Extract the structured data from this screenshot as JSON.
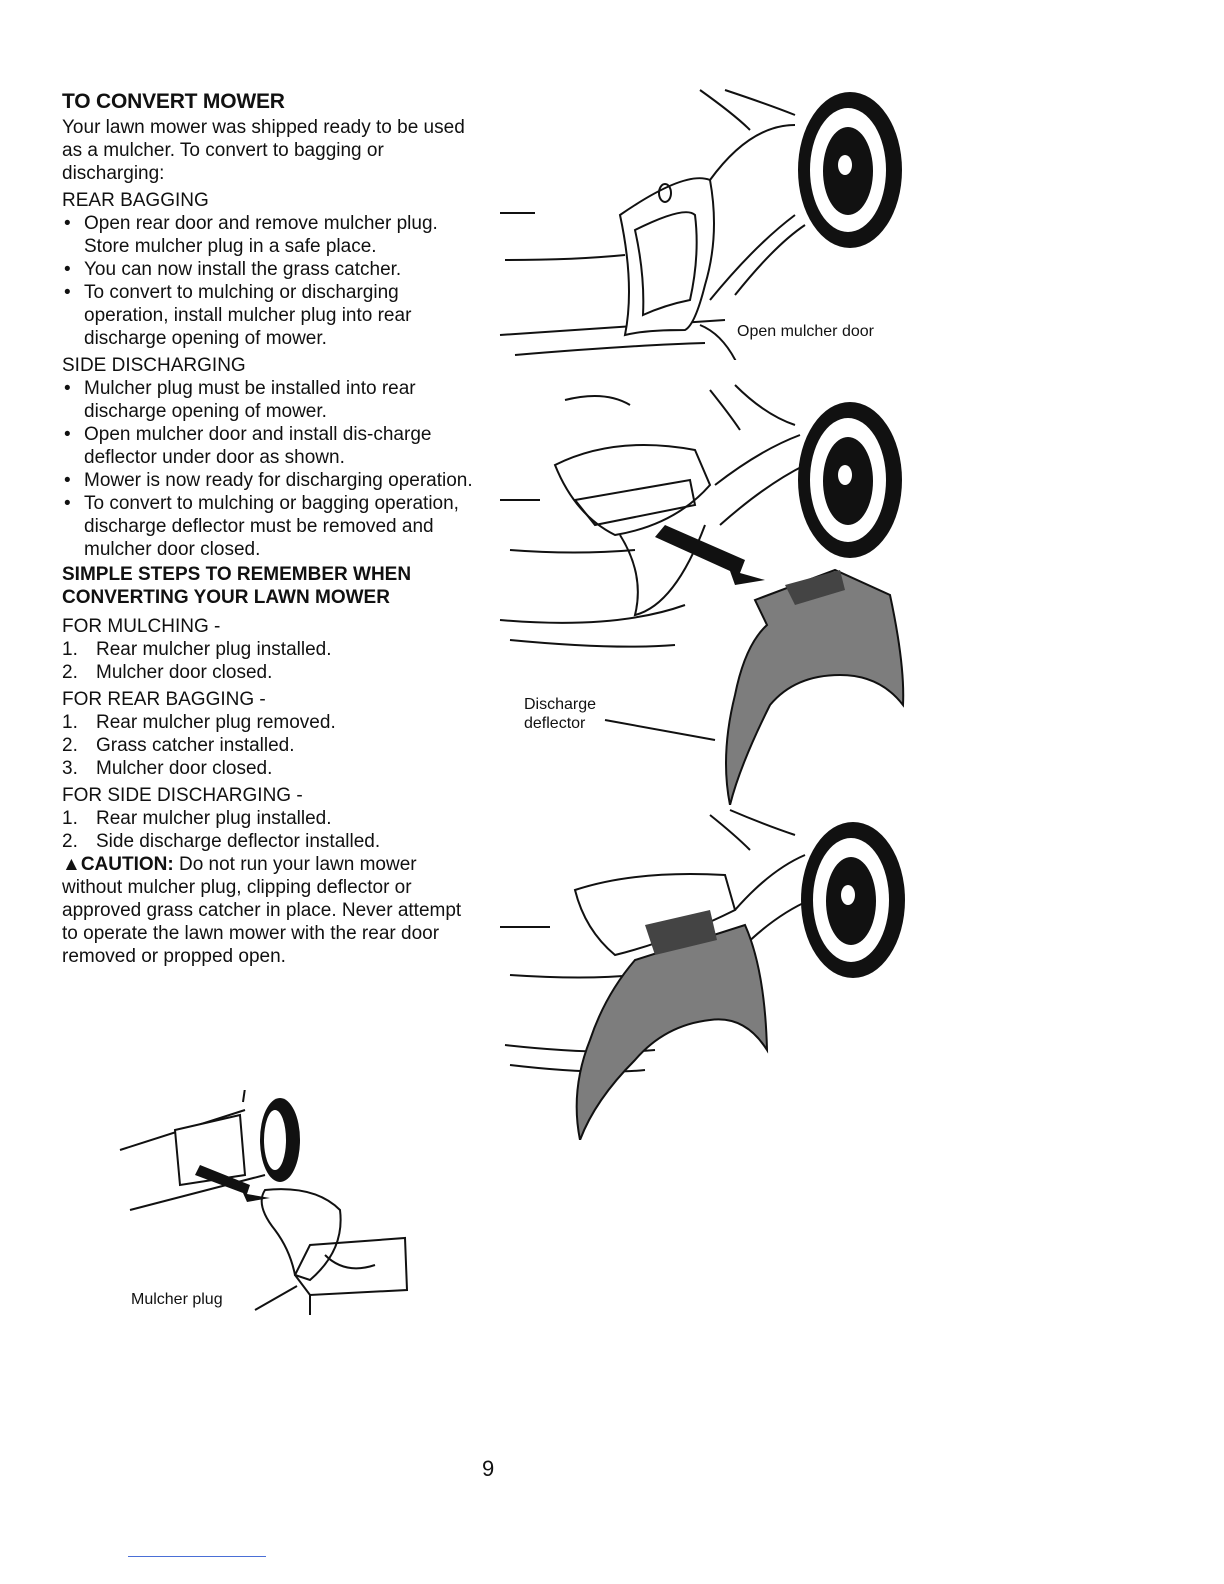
{
  "heading": "TO CONVERT MOWER",
  "intro": "Your lawn mower was shipped ready to be used as a mulcher.  To convert to bagging or discharging:",
  "rear_bagging": {
    "title": "REAR BAGGING",
    "bullets": [
      "Open rear door and remove mulcher plug.  Store mulcher plug in a safe place.",
      "You can now install the grass catcher.",
      "To convert to mulching or discharging operation, install mulcher plug into rear discharge opening of mower."
    ]
  },
  "side_discharging": {
    "title": "SIDE DISCHARGING",
    "bullets": [
      "Mulcher plug must be installed into rear discharge opening of mower.",
      "Open mulcher door and install dis-charge deflector under door as shown.",
      "Mower is now ready for discharging operation.",
      "To convert to mulching or bagging operation, discharge deflector must be removed and mulcher door closed."
    ]
  },
  "steps_heading": "SIMPLE STEPS TO REMEMBER WHEN CONVERTING YOUR LAWN MOWER",
  "for_mulching": {
    "title": "FOR MULCHING -",
    "items": [
      {
        "num": "1.",
        "text": "Rear mulcher plug installed."
      },
      {
        "num": "2.",
        "text": "Mulcher door closed."
      }
    ]
  },
  "for_rear_bagging": {
    "title": "FOR REAR BAGGING -",
    "items": [
      {
        "num": "1.",
        "text": "Rear mulcher plug removed."
      },
      {
        "num": "2.",
        "text": "Grass catcher installed."
      },
      {
        "num": "3.",
        "text": "Mulcher door closed."
      }
    ]
  },
  "for_side_discharging": {
    "title": "FOR SIDE DISCHARGING -",
    "items": [
      {
        "num": "1.",
        "text": "Rear mulcher plug installed."
      },
      {
        "num": "2.",
        "text": "Side discharge deflector installed."
      }
    ]
  },
  "caution": {
    "symbol": "▲",
    "label": "CAUTION:",
    "text": " Do not run your lawn mower without mulcher plug, clipping deflector or approved grass catcher in place.  Never attempt to operate the lawn mower with the rear door removed or propped open."
  },
  "labels": {
    "open_mulcher_door": "Open mulcher door",
    "discharge_deflector_1": "Discharge",
    "discharge_deflector_2": "deflector",
    "mulcher_plug": "Mulcher plug"
  },
  "page_number": "9"
}
